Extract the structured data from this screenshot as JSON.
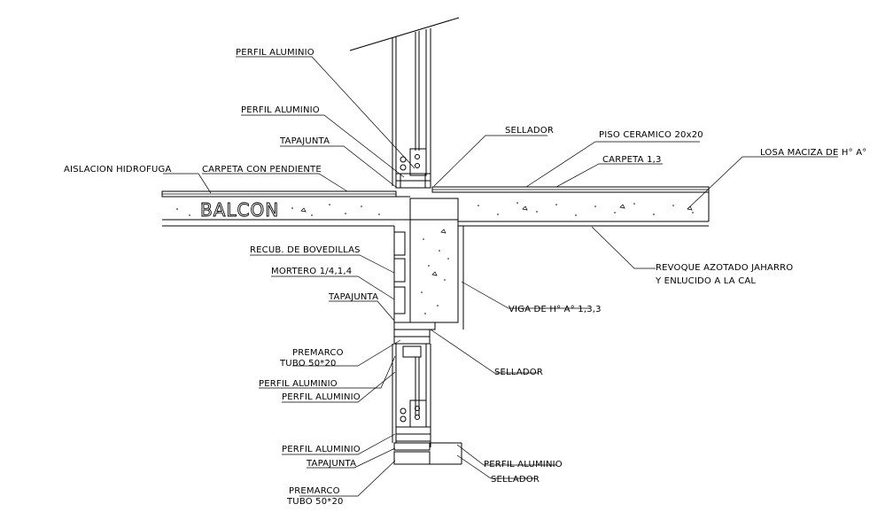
{
  "labels": {
    "perfil_top_1": "PERFIL ALUMINIO",
    "perfil_top_2": "PERFIL ALUMINIO",
    "tapajunta_top": "TAPAJUNTA",
    "aislacion": "AISLACION HIDROFUGA",
    "carpeta_pendiente": "CARPETA CON PENDIENTE",
    "sellador_top": "SELLADOR",
    "piso": "PISO CERAMICO 20x20",
    "carpeta": "CARPETA 1,3",
    "losa": "LOSA MACIZA DE H° A°",
    "balcon": "BALCON",
    "recub": "RECUB. DE BOVEDILLAS",
    "mortero": "MORTERO 1/4,1,4",
    "tapajunta_mid": "TAPAJUNTA",
    "revoque_1": "REVOQUE AZOTADO JAHARRO",
    "revoque_2": "Y ENLUCIDO A LA CAL",
    "viga": "VIGA DE H° A° 1,3,3",
    "premarco_1a": "PREMARCO",
    "premarco_1b": "TUBO 50*20",
    "sellador_mid": "SELLADOR",
    "perfil_mid_1": "PERFIL ALUMINIO",
    "perfil_mid_2": "PERFIL ALUMINIO",
    "perfil_bot_1": "PERFIL ALUMINIO",
    "tapajunta_bot": "TAPAJUNTA",
    "perfil_bot_2": "PERFIL ALUMINIO",
    "sellador_bot": "SELLADOR",
    "premarco_2a": "PREMARCO",
    "premarco_2b": "TUBO 50*20"
  },
  "colors": {
    "ink": "#000000",
    "paper": "#ffffff"
  }
}
